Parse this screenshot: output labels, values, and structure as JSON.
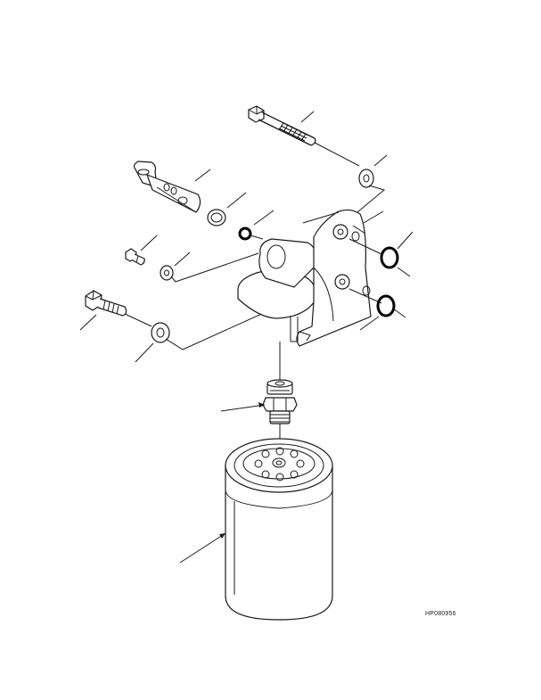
{
  "drawing": {
    "code": "HP080956"
  },
  "parts": [
    {
      "name": "long-bolt"
    },
    {
      "name": "upper-right-washer"
    },
    {
      "name": "banjo-connector"
    },
    {
      "name": "gasket-washer"
    },
    {
      "name": "small-o-ring"
    },
    {
      "name": "small-bolt"
    },
    {
      "name": "small-washer"
    },
    {
      "name": "side-bolt"
    },
    {
      "name": "side-washer"
    },
    {
      "name": "filter-head-bracket"
    },
    {
      "name": "upper-o-ring"
    },
    {
      "name": "lower-o-ring"
    },
    {
      "name": "threaded-nipple"
    },
    {
      "name": "filter-cartridge"
    }
  ]
}
